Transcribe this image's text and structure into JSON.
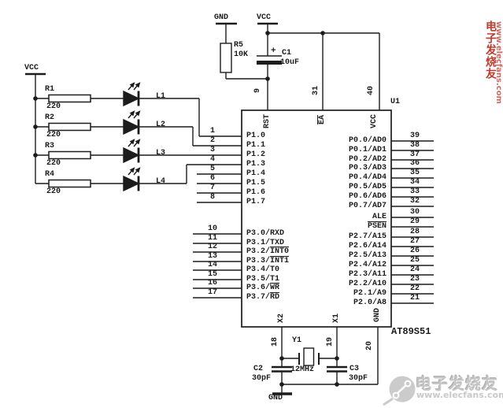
{
  "labels": {
    "gnd_top": "GND",
    "vcc_top": "VCC",
    "vcc_left": "VCC",
    "gnd_bottom": "GND",
    "plus": "+"
  },
  "parts": {
    "r5_ref": "R5",
    "r5_val": "10K",
    "c1_ref": "C1",
    "c1_val": "10uF",
    "r1_ref": "R1",
    "r1_val": "220",
    "r2_ref": "R2",
    "r2_val": "220",
    "r3_ref": "R3",
    "r3_val": "220",
    "r4_ref": "R4",
    "r4_val": "220",
    "l1_ref": "L1",
    "l2_ref": "L2",
    "l3_ref": "L3",
    "l4_ref": "L4",
    "y1_ref": "Y1",
    "y1_val": "12MHz",
    "c2_ref": "C2",
    "c2_val": "30pF",
    "c3_ref": "C3",
    "c3_val": "30pF"
  },
  "ic": {
    "ref": "U1",
    "part": "AT89S51",
    "top_pins": [
      {
        "num": "9",
        "pre": "RST",
        "bar": ""
      },
      {
        "num": "31",
        "pre": "",
        "bar": "EA"
      },
      {
        "num": "40",
        "pre": "VCC",
        "bar": ""
      }
    ],
    "p1_pins": [
      {
        "num": "1",
        "pre": "P1.0",
        "bar": ""
      },
      {
        "num": "2",
        "pre": "P1.1",
        "bar": ""
      },
      {
        "num": "3",
        "pre": "P1.2",
        "bar": ""
      },
      {
        "num": "4",
        "pre": "P1.3",
        "bar": ""
      },
      {
        "num": "5",
        "pre": "P1.4",
        "bar": ""
      },
      {
        "num": "6",
        "pre": "P1.5",
        "bar": ""
      },
      {
        "num": "7",
        "pre": "P1.6",
        "bar": ""
      },
      {
        "num": "8",
        "pre": "P1.7",
        "bar": ""
      }
    ],
    "p3_pins": [
      {
        "num": "10",
        "pre": "P3.0/RXD",
        "bar": ""
      },
      {
        "num": "11",
        "pre": "P3.1/TXD",
        "bar": ""
      },
      {
        "num": "12",
        "pre": "P3.2/",
        "bar": "INT0"
      },
      {
        "num": "13",
        "pre": "P3.3/",
        "bar": "INT1"
      },
      {
        "num": "14",
        "pre": "P3.4/T0",
        "bar": ""
      },
      {
        "num": "15",
        "pre": "P3.5/T1",
        "bar": ""
      },
      {
        "num": "16",
        "pre": "P3.6/",
        "bar": "WR"
      },
      {
        "num": "17",
        "pre": "P3.7/",
        "bar": "RD"
      }
    ],
    "right_pins": [
      {
        "num": "39",
        "pre": "P0.0/AD0",
        "bar": ""
      },
      {
        "num": "38",
        "pre": "P0.1/AD1",
        "bar": ""
      },
      {
        "num": "37",
        "pre": "P0.2/AD2",
        "bar": ""
      },
      {
        "num": "36",
        "pre": "P0.3/AD3",
        "bar": ""
      },
      {
        "num": "35",
        "pre": "P0.4/AD4",
        "bar": ""
      },
      {
        "num": "34",
        "pre": "P0.5/AD5",
        "bar": ""
      },
      {
        "num": "33",
        "pre": "P0.6/AD6",
        "bar": ""
      },
      {
        "num": "32",
        "pre": "P0.7/AD7",
        "bar": ""
      },
      {
        "num": "30",
        "pre": "ALE",
        "bar": ""
      },
      {
        "num": "29",
        "pre": "",
        "bar": "PSEN"
      },
      {
        "num": "28",
        "pre": "P2.7/A15",
        "bar": ""
      },
      {
        "num": "27",
        "pre": "P2.6/A14",
        "bar": ""
      },
      {
        "num": "26",
        "pre": "P2.5/A13",
        "bar": ""
      },
      {
        "num": "25",
        "pre": "P2.4/A12",
        "bar": ""
      },
      {
        "num": "24",
        "pre": "P2.3/A11",
        "bar": ""
      },
      {
        "num": "23",
        "pre": "P2.2/A10",
        "bar": ""
      },
      {
        "num": "22",
        "pre": "P2.1/A9",
        "bar": ""
      },
      {
        "num": "21",
        "pre": "P2.0/A8",
        "bar": ""
      }
    ],
    "bottom_pins": [
      {
        "num": "18",
        "pre": "X2",
        "bar": ""
      },
      {
        "num": "19",
        "pre": "X1",
        "bar": ""
      },
      {
        "num": "20",
        "pre": "GND",
        "bar": ""
      }
    ]
  },
  "watermark": {
    "brand": "电子发烧友",
    "url": "www.elecfans.com",
    "side_brand": "电子发烧友",
    "side_url": "www.elecfans.com",
    "accent_color": "#c0392b"
  }
}
